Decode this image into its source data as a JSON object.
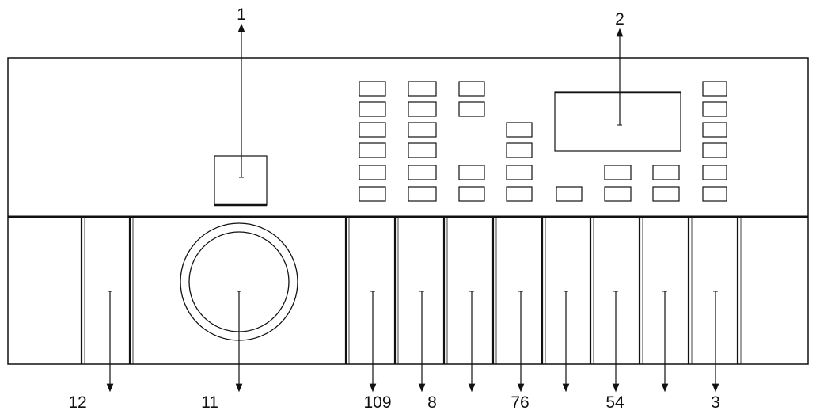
{
  "diagram": {
    "colors": {
      "ink": "#111111",
      "panel": "#ffffff",
      "background": "#ffffff"
    },
    "callouts": [
      {
        "id": "1",
        "label": "1"
      },
      {
        "id": "2",
        "label": "2"
      },
      {
        "id": "3",
        "label": "3"
      },
      {
        "id": "54",
        "label": "54"
      },
      {
        "id": "76",
        "label": "76"
      },
      {
        "id": "8",
        "label": "8"
      },
      {
        "id": "109",
        "label": "109"
      },
      {
        "id": "11",
        "label": "11"
      },
      {
        "id": "12",
        "label": "12"
      }
    ]
  }
}
